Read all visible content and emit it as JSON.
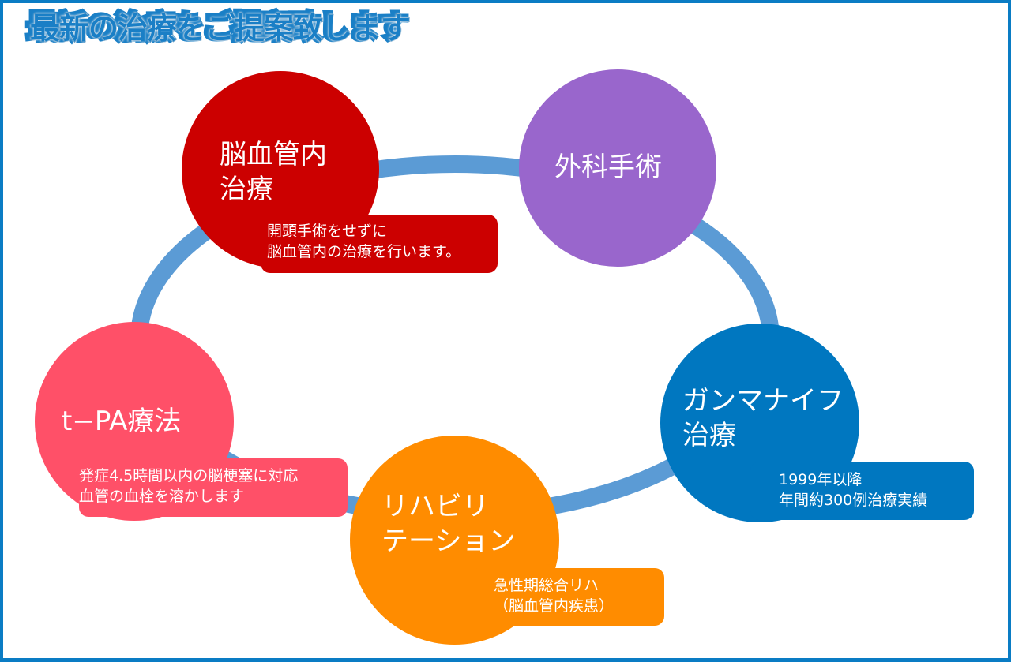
{
  "title": "最新の治療をご提案致します",
  "colors": {
    "frame": "#0a7cc4",
    "ring": "#5b9bd5",
    "endovascular": "#cc0000",
    "surgery": "#9966cc",
    "gamma_knife": "#0077c0",
    "tpa": "#ff5068",
    "rehab": "#ff8c00"
  },
  "nodes": {
    "endovascular": {
      "label_lines": [
        "脳血管内",
        "治療"
      ],
      "callout_lines": [
        "開頭手術をせずに",
        "脳血管内の治療を行います。"
      ]
    },
    "surgery": {
      "label_lines": [
        "外科手術"
      ]
    },
    "gamma_knife": {
      "label_lines": [
        "ガンマナイフ",
        "治療"
      ],
      "callout_lines": [
        "1999年以降",
        "年間約300例治療実績"
      ]
    },
    "rehab": {
      "label_lines": [
        "リハビリ",
        "テーション"
      ],
      "callout_lines": [
        "急性期総合リハ",
        "（脳血管内疾患）"
      ]
    },
    "tpa": {
      "label_lines": [
        "t−PA療法"
      ],
      "callout_lines": [
        "発症4.5時間以内の脳梗塞に対応",
        "血管の血栓を溶かします"
      ]
    }
  }
}
